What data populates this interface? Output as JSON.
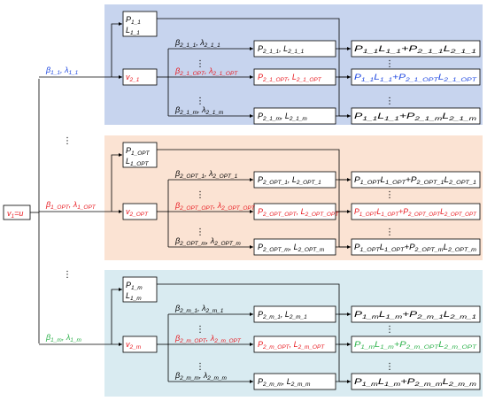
{
  "colors": {
    "panel_1": "#c7d4ee",
    "panel_2": "#fbe3d3",
    "panel_3": "#d9ebf1",
    "text": "#000000",
    "red": "#e8191f",
    "blue": "#1f48e0",
    "green": "#2cb14a"
  },
  "root": {
    "main": "v",
    "sub": "1",
    "rest": "=u"
  },
  "panels": [
    {
      "id": "1",
      "branch": {
        "a": "β",
        "as": "1_1",
        "b": "λ",
        "bs": "1_1",
        "color": "blue"
      },
      "p1": {
        "a": "P",
        "as": "1_1",
        "b": "L",
        "bs": "1_1"
      },
      "v2": {
        "main": "v",
        "sub": "2_1"
      },
      "mid": [
        {
          "a": "β",
          "as": "2_1_1",
          "b": "λ",
          "bs": "2_1_1",
          "color": "text"
        },
        {
          "a": "β",
          "as": "2_1_OPT",
          "b": "λ",
          "bs": "2_1_OPT",
          "color": "red"
        },
        {
          "a": "β",
          "as": "2_1_m",
          "b": "λ",
          "bs": "2_1_m",
          "color": "text"
        }
      ],
      "boxes": [
        {
          "a": "P",
          "as": "2_1_1",
          "b": "L",
          "bs": "2_1_1",
          "color": "text"
        },
        {
          "a": "P",
          "as": "2_1_OPT",
          "b": "L",
          "bs": "2_1_OPT",
          "color": "red"
        },
        {
          "a": "P",
          "as": "2_1_m",
          "b": "L",
          "bs": "2_1_m",
          "color": "text"
        }
      ],
      "results": [
        {
          "t1": "P",
          "s1": "1_1",
          "t2": "L",
          "s2": "1_1",
          "t3": "P",
          "s3": "2_1_1",
          "t4": "L",
          "s4": "2_1_1",
          "c1": "text",
          "c2": "text"
        },
        {
          "t1": "P",
          "s1": "1_1",
          "t2": "L",
          "s2": "1_1",
          "t3": "P",
          "s3": "2_1_OPT",
          "t4": "L",
          "s4": "2_1_OPT",
          "c1": "blue",
          "c2": "blue"
        },
        {
          "t1": "P",
          "s1": "1_1",
          "t2": "L",
          "s2": "1_1",
          "t3": "P",
          "s3": "2_1_m",
          "t4": "L",
          "s4": "2_1_m",
          "c1": "text",
          "c2": "text"
        }
      ]
    },
    {
      "id": "2",
      "branch": {
        "a": "β",
        "as": "1_OPT",
        "b": "λ",
        "bs": "1_OPT",
        "color": "red"
      },
      "p1": {
        "a": "P",
        "as": "1_OPT",
        "b": "L",
        "bs": "1_OPT"
      },
      "v2": {
        "main": "v",
        "sub": "2_OPT"
      },
      "mid": [
        {
          "a": "β",
          "as": "2_OPT_1",
          "b": "λ",
          "bs": "2_OPT_1",
          "color": "text"
        },
        {
          "a": "β",
          "as": "2_OPT_OPT",
          "b": "λ",
          "bs": "2_OPT_OPT",
          "color": "red"
        },
        {
          "a": "β",
          "as": "2_OPT_m",
          "b": "λ",
          "bs": "2_OPT_m",
          "color": "text"
        }
      ],
      "boxes": [
        {
          "a": "P",
          "as": "2_OPT_1",
          "b": "L",
          "bs": "2_OPT_1",
          "color": "text"
        },
        {
          "a": "P",
          "as": "2_OPT_OPT",
          "b": "L",
          "bs": "2_OPT_OPT",
          "color": "red"
        },
        {
          "a": "P",
          "as": "2_OPT_m",
          "b": "L",
          "bs": "2_OPT_m",
          "color": "text"
        }
      ],
      "results": [
        {
          "t1": "P",
          "s1": "1_OPT",
          "t2": "L",
          "s2": "1_OPT",
          "t3": "P",
          "s3": "2_OPT_1",
          "t4": "L",
          "s4": "2_OPT_1",
          "c1": "text",
          "c2": "text"
        },
        {
          "t1": "P",
          "s1": "1_OPT",
          "t2": "L",
          "s2": "1_OPT",
          "t3": "P",
          "s3": "2_OPT_OPT",
          "t4": "L",
          "s4": "2_OPT_OPT",
          "c1": "red",
          "c2": "red"
        },
        {
          "t1": "P",
          "s1": "1_OPT",
          "t2": "L",
          "s2": "1_OPT",
          "t3": "P",
          "s3": "2_OPT_m",
          "t4": "L",
          "s4": "2_OPT_m",
          "c1": "text",
          "c2": "text"
        }
      ]
    },
    {
      "id": "3",
      "branch": {
        "a": "β",
        "as": "1_m",
        "b": "λ",
        "bs": "1_m",
        "color": "green"
      },
      "p1": {
        "a": "P",
        "as": "1_m",
        "b": "L",
        "bs": "1_m"
      },
      "v2": {
        "main": "v",
        "sub": "2_m"
      },
      "mid": [
        {
          "a": "β",
          "as": "2_m_1",
          "b": "λ",
          "bs": "2_m_1",
          "color": "text"
        },
        {
          "a": "β",
          "as": "2_m_OPT",
          "b": "λ",
          "bs": "2_m_OPT",
          "color": "red"
        },
        {
          "a": "β",
          "as": "2_m_m",
          "b": "λ",
          "bs": "2_m_m",
          "color": "text"
        }
      ],
      "boxes": [
        {
          "a": "P",
          "as": "2_m_1",
          "b": "L",
          "bs": "2_m_1",
          "color": "text"
        },
        {
          "a": "P",
          "as": "2_m_OPT",
          "b": "L",
          "bs": "2_m_OPT",
          "color": "red"
        },
        {
          "a": "P",
          "as": "2_m_m",
          "b": "L",
          "bs": "2_m_m",
          "color": "text"
        }
      ],
      "results": [
        {
          "t1": "P",
          "s1": "1_m",
          "t2": "L",
          "s2": "1_m",
          "t3": "P",
          "s3": "2_m_1",
          "t4": "L",
          "s4": "2_m_1",
          "c1": "text",
          "c2": "text"
        },
        {
          "t1": "P",
          "s1": "1_m",
          "t2": "L",
          "s2": "1_m",
          "t3": "P",
          "s3": "2_m_OPT",
          "t4": "L",
          "s4": "2_m_OPT",
          "c1": "green",
          "c2": "green"
        },
        {
          "t1": "P",
          "s1": "1_m",
          "t2": "L",
          "s2": "1_m",
          "t3": "P",
          "s3": "2_m_m",
          "t4": "L",
          "s4": "2_m_m",
          "c1": "text",
          "c2": "text"
        }
      ]
    }
  ],
  "ellipsis": "⋮"
}
